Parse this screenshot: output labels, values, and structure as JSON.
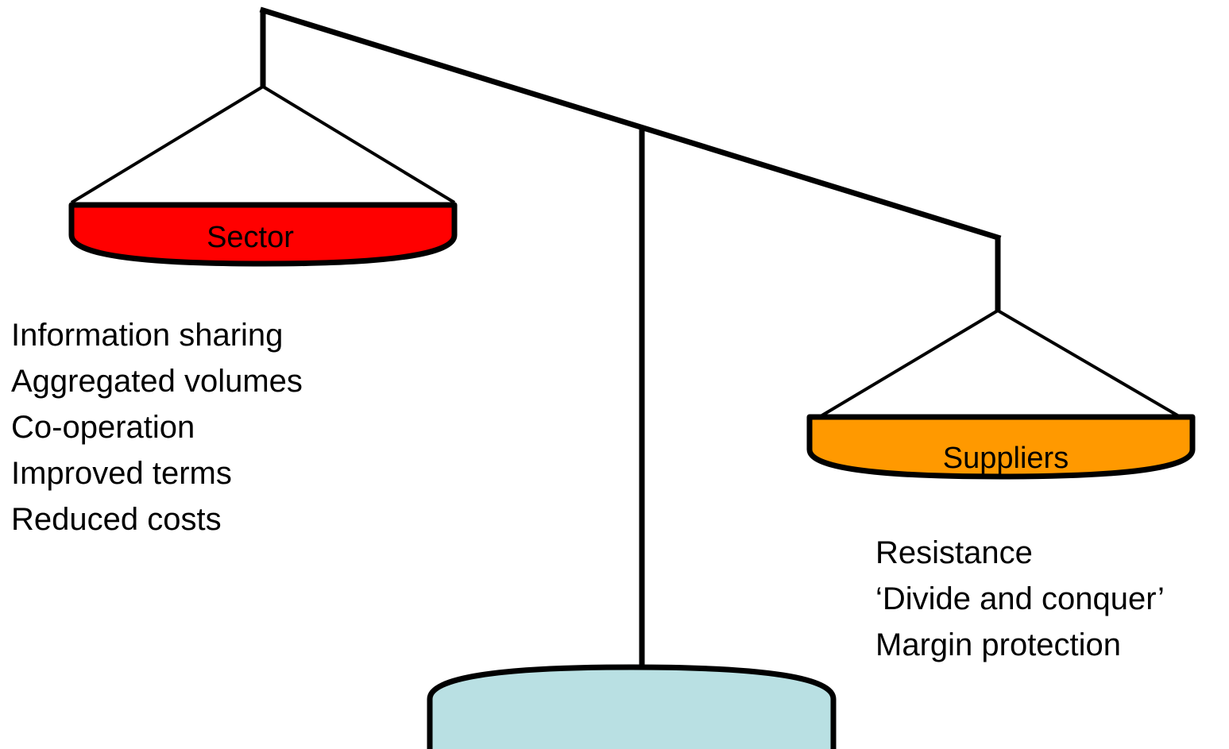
{
  "diagram": {
    "left_pan": {
      "label": "Sector",
      "color": "#ff0000",
      "points": [
        "Information sharing",
        "Aggregated volumes",
        "Co-operation",
        "Improved terms",
        "Reduced costs"
      ]
    },
    "right_pan": {
      "label": "Suppliers",
      "color": "#ff9900",
      "points": [
        "Resistance",
        "‘Divide and conquer’",
        "Margin protection"
      ]
    },
    "base": {
      "color": "#b9e0e3"
    },
    "line_color": "#000000"
  }
}
